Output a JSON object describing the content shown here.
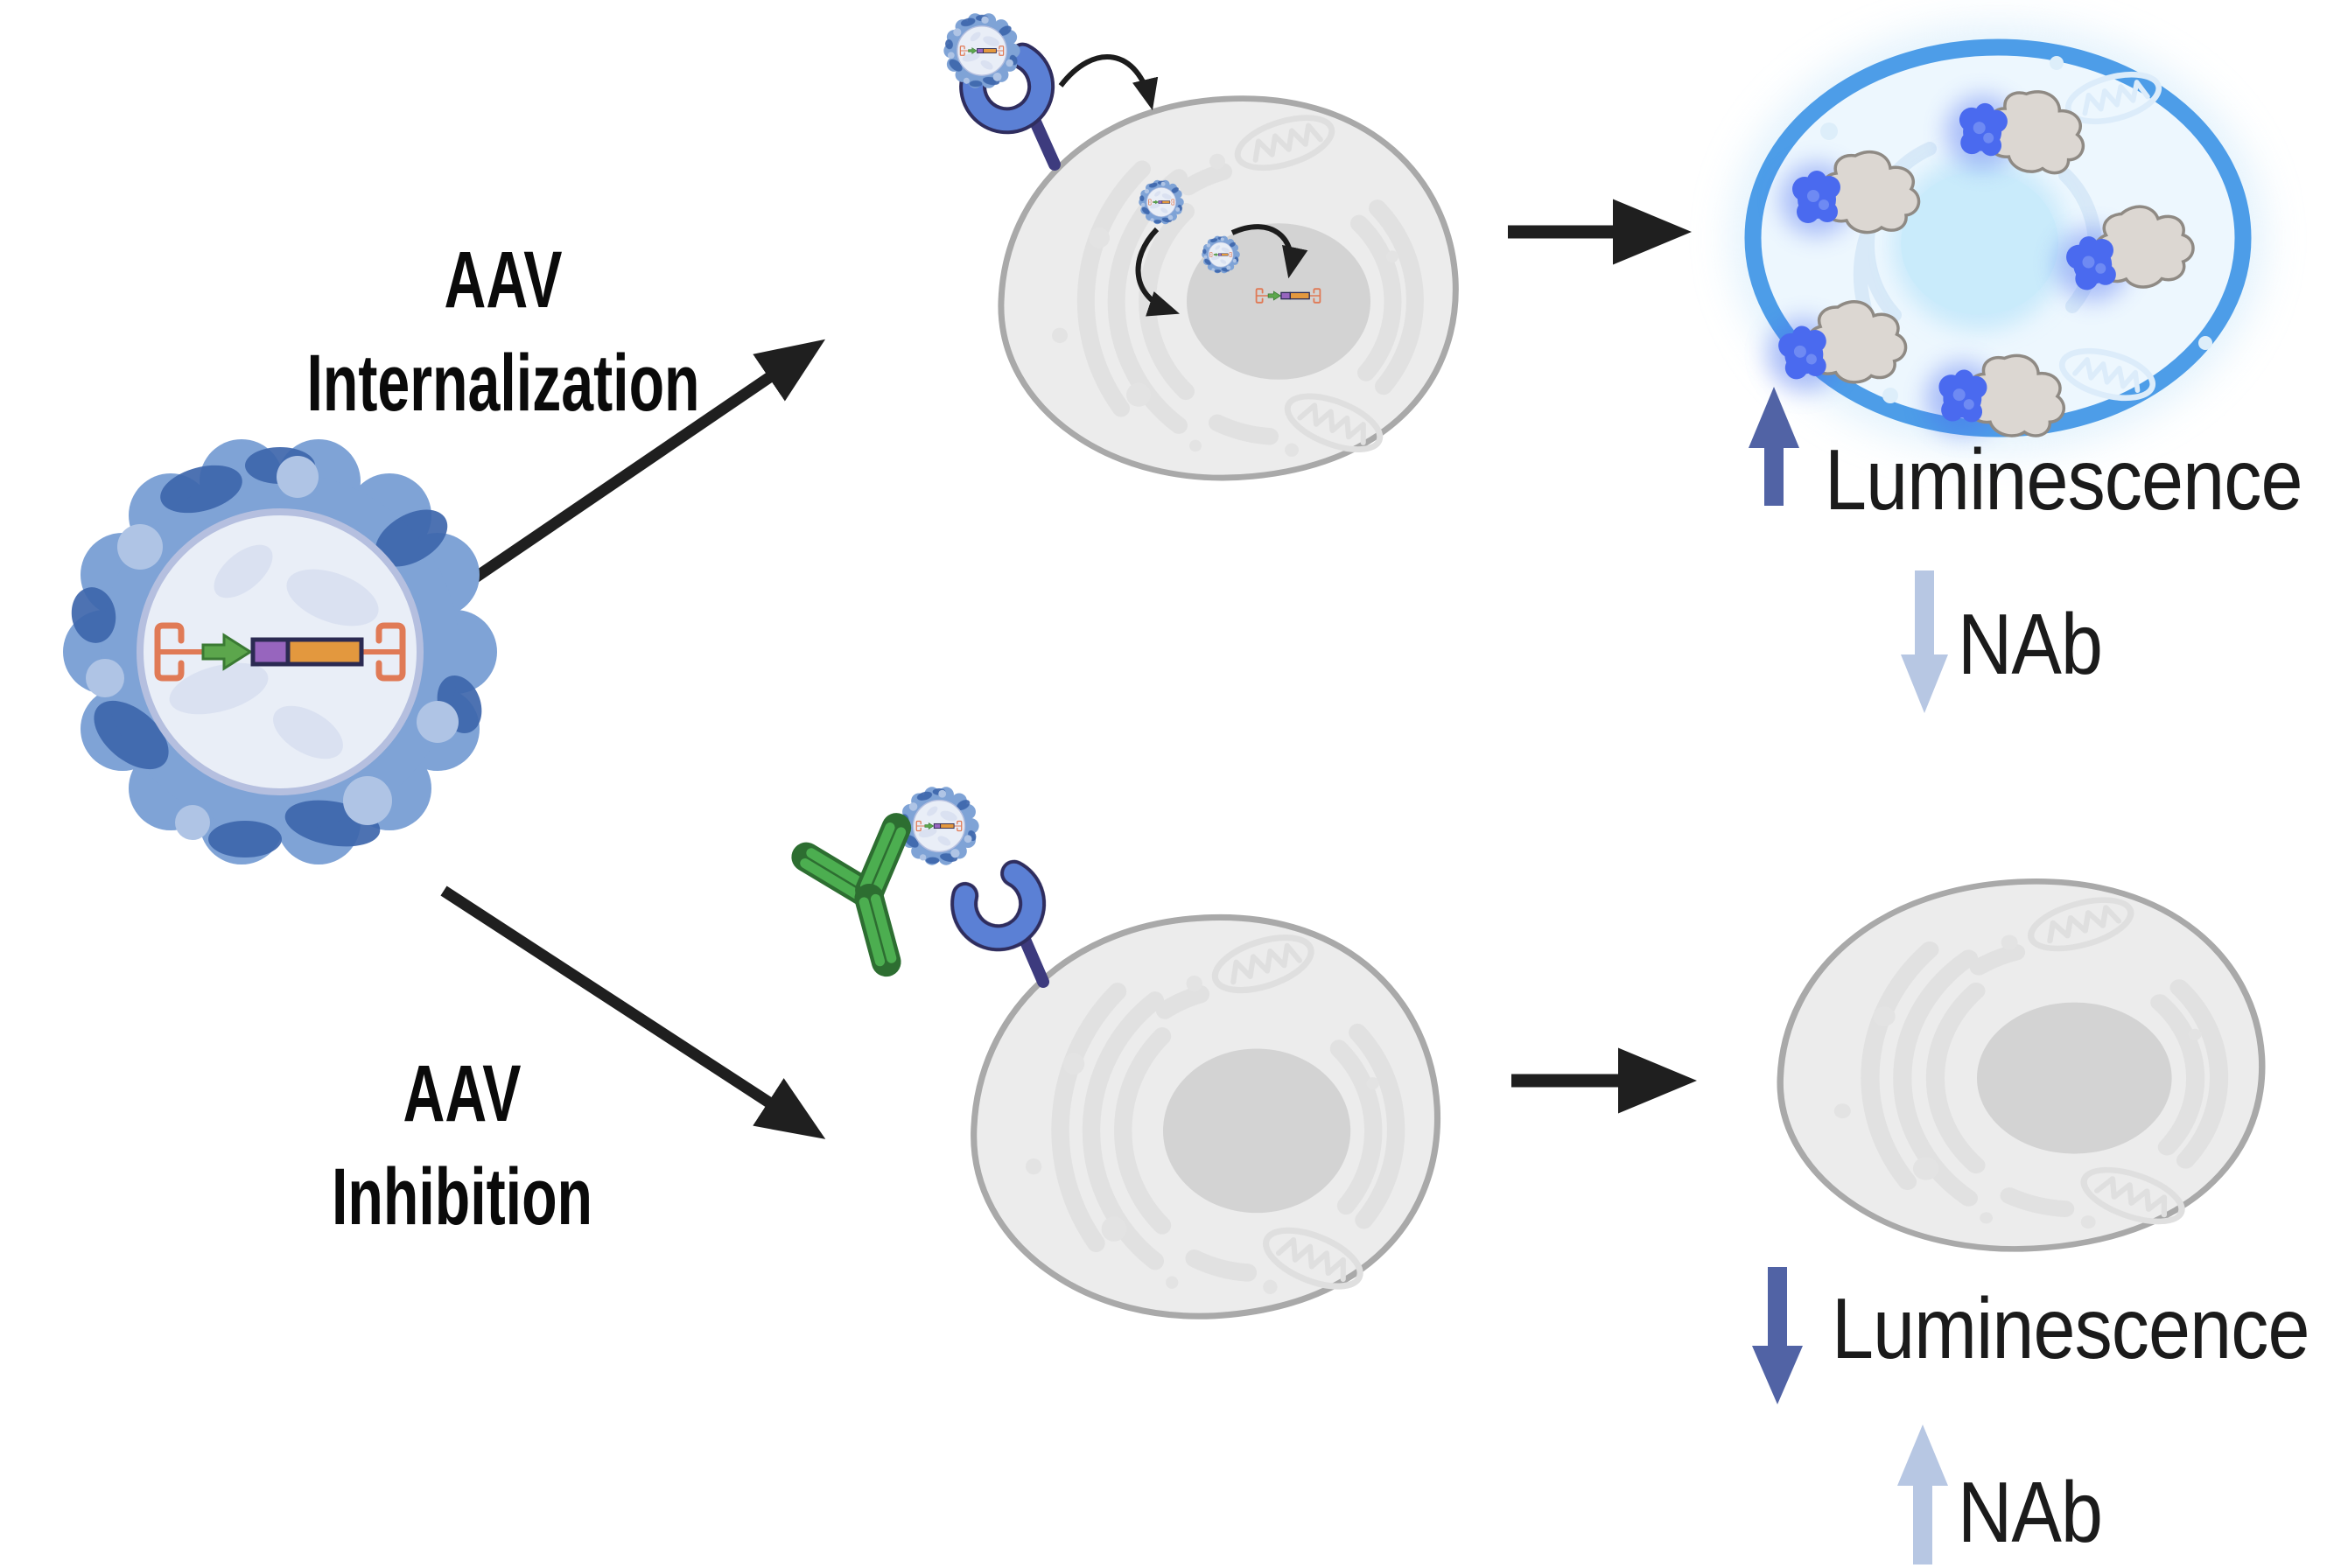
{
  "figure": {
    "background": "#ffffff",
    "pathways": [
      {
        "id": "internalization",
        "label_line1": "AAV",
        "label_line2": "Internalization",
        "outcomes": [
          {
            "text": "Luminescence",
            "direction": "up",
            "arrow_color": "#5163a5"
          },
          {
            "text": "NAb",
            "direction": "down",
            "arrow_color": "#b7c7e3"
          }
        ]
      },
      {
        "id": "inhibition",
        "label_line1": "AAV",
        "label_line2": "Inhibition",
        "outcomes": [
          {
            "text": "Luminescence",
            "direction": "down",
            "arrow_color": "#5163a5"
          },
          {
            "text": "NAb",
            "direction": "up",
            "arrow_color": "#b7c7e3"
          }
        ]
      }
    ],
    "icons": [
      "aav-vector-icon",
      "genome-construct-icon",
      "host-cell-icon",
      "receptor-icon",
      "endosomal-aav-icon",
      "nuclear-aav-icon",
      "neutralizing-antibody-icon",
      "luminescent-cell-icon",
      "luciferase-complex-icon",
      "mitochondrion-icon"
    ],
    "colors": {
      "flow_arrow": "#1f1f1f",
      "capsid_mid": "#7fa3d6",
      "capsid_dark": "#3e66ac",
      "capsid_light": "#afc4e5",
      "capsid_core": "#e9eef7",
      "itr": "#e07a56",
      "promoter": "#5ca64c",
      "gene_purple": "#9765be",
      "gene_orange": "#e3983e",
      "construct_outline": "#2b2a52",
      "cell_fill": "#ececec",
      "cell_outline": "#a9a9a9",
      "nucleus": "#d3d3d3",
      "organelle": "#e1e1e1",
      "receptor": "#5b80d5",
      "receptor_stem": "#3d3b7e",
      "receptor_outline": "#2f2d5e",
      "antibody_green": "#4cae50",
      "antibody_outline": "#2d6e31",
      "glow_membrane": "#4d9de8",
      "glow_cytoplasm": "#edf7fe",
      "glow_nucleus": "#c9ebfb",
      "glow_halo": "#cde8fa",
      "luciferase_blue": "#4a6aef",
      "luciferase_gray": "#dcd7d2"
    }
  }
}
